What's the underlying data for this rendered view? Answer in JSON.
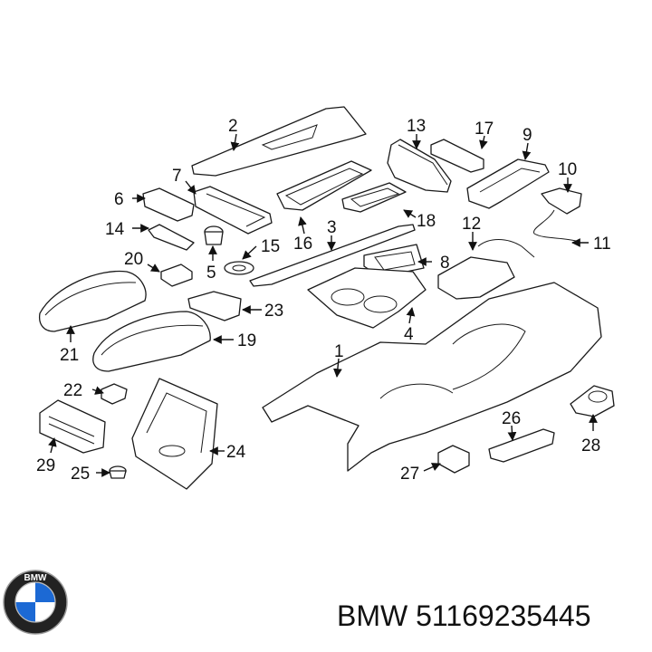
{
  "callouts": {
    "c1": "1",
    "c2": "2",
    "c3": "3",
    "c4": "4",
    "c5": "5",
    "c6": "6",
    "c7": "7",
    "c8": "8",
    "c9": "9",
    "c10": "10",
    "c11": "11",
    "c12": "12",
    "c13": "13",
    "c14": "14",
    "c15": "15",
    "c16": "16",
    "c17": "17",
    "c18": "18",
    "c19": "19",
    "c20": "20",
    "c21": "21",
    "c22": "22",
    "c23": "23",
    "c24": "24",
    "c25": "25",
    "c26": "26",
    "c27": "27",
    "c28": "28",
    "c29": "29"
  },
  "footer": {
    "brand": "BMW",
    "part_number": "51169235445"
  },
  "logo": {
    "letters": "BMW",
    "colors": {
      "blue": "#1c69d4",
      "ring": "#222222"
    }
  }
}
